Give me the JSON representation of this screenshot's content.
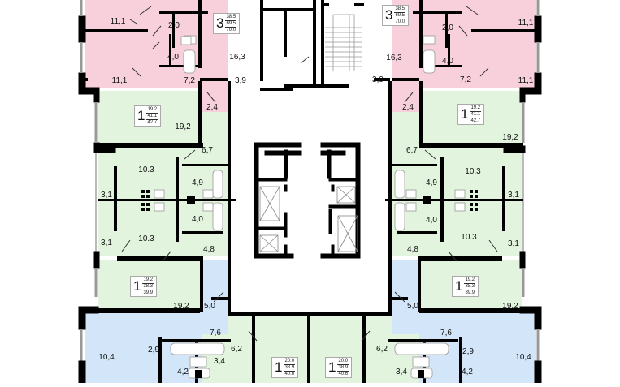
{
  "colors": {
    "three_room": "#f8d0dc",
    "one_room_green": "#e2f4de",
    "two_room_blue": "#d3e6f9",
    "wall": "#000000",
    "core": "#ffffff"
  },
  "apartments": [
    {
      "id": "top-left-3room",
      "rooms": "3",
      "living": "38.5",
      "total": "69.5",
      "total_with_balcony": "70.0"
    },
    {
      "id": "top-right-3room",
      "rooms": "3",
      "living": "38.5",
      "total": "69.5",
      "total_with_balcony": "70.0"
    },
    {
      "id": "left-1room-a",
      "rooms": "1",
      "living": "19.2",
      "total": "41.1",
      "total_with_balcony": "42.7"
    },
    {
      "id": "right-1room-a",
      "rooms": "1",
      "living": "19.2",
      "total": "41.1",
      "total_with_balcony": "42.7"
    },
    {
      "id": "left-1room-b",
      "rooms": "1",
      "living": "19.2",
      "total": "38.3",
      "total_with_balcony": "39.9"
    },
    {
      "id": "right-1room-b",
      "rooms": "1",
      "living": "19.2",
      "total": "38.3",
      "total_with_balcony": "39.9"
    },
    {
      "id": "bottom-1room-left",
      "rooms": "1",
      "living": "20.0",
      "total": "38.9",
      "total_with_balcony": "40.6"
    },
    {
      "id": "bottom-1room-right",
      "rooms": "1",
      "living": "20.0",
      "total": "38.9",
      "total_with_balcony": "40.6"
    }
  ],
  "room_labels": {
    "tl_bed1": "11,1",
    "tl_bed2": "11,1",
    "tl_wc": "2,0",
    "tl_bath": "4,0",
    "tl_living": "16,3",
    "tl_hall": "7,2",
    "tl_kitchen": "3,9",
    "tl_closet": "2,4",
    "tr_bed1": "11,1",
    "tr_bed2": "11,1",
    "tr_wc": "2,0",
    "tr_bath": "4,0",
    "tr_living": "16,3",
    "tr_hall": "7,2",
    "tr_kitchen": "3,9",
    "tr_closet": "2,4",
    "l1a_room": "19,2",
    "l1a_hall": "6,7",
    "r1a_room": "19,2",
    "r1a_hall": "6,7",
    "l_kitchen1": "10.3",
    "l_kitchen2": "10.3",
    "l_balc1": "3,1",
    "l_balc2": "3,1",
    "l_bath1": "4,9",
    "l_bath2": "4,0",
    "l_hall2": "4,8",
    "r_kitchen1": "10.3",
    "r_kitchen2": "10.3",
    "r_balc1": "3,1",
    "r_balc2": "3,1",
    "r_bath1": "4,9",
    "r_bath2": "4,0",
    "r_hall2": "4,8",
    "l1b_room": "19,2",
    "l_hall3": "5,0",
    "r1b_room": "19,2",
    "r_hall3": "5,0",
    "lb_bed": "10,4",
    "lb_hall": "7,6",
    "lb_wc": "2,9",
    "lb_bath": "3,4",
    "lb_wc2": "4,2",
    "lb_hall2": "6,2",
    "rb_bed": "10,4",
    "rb_hall": "7,6",
    "rb_wc": "2,9",
    "rb_bath": "3,4",
    "rb_wc2": "4,2",
    "rb_hall2": "6,2"
  }
}
